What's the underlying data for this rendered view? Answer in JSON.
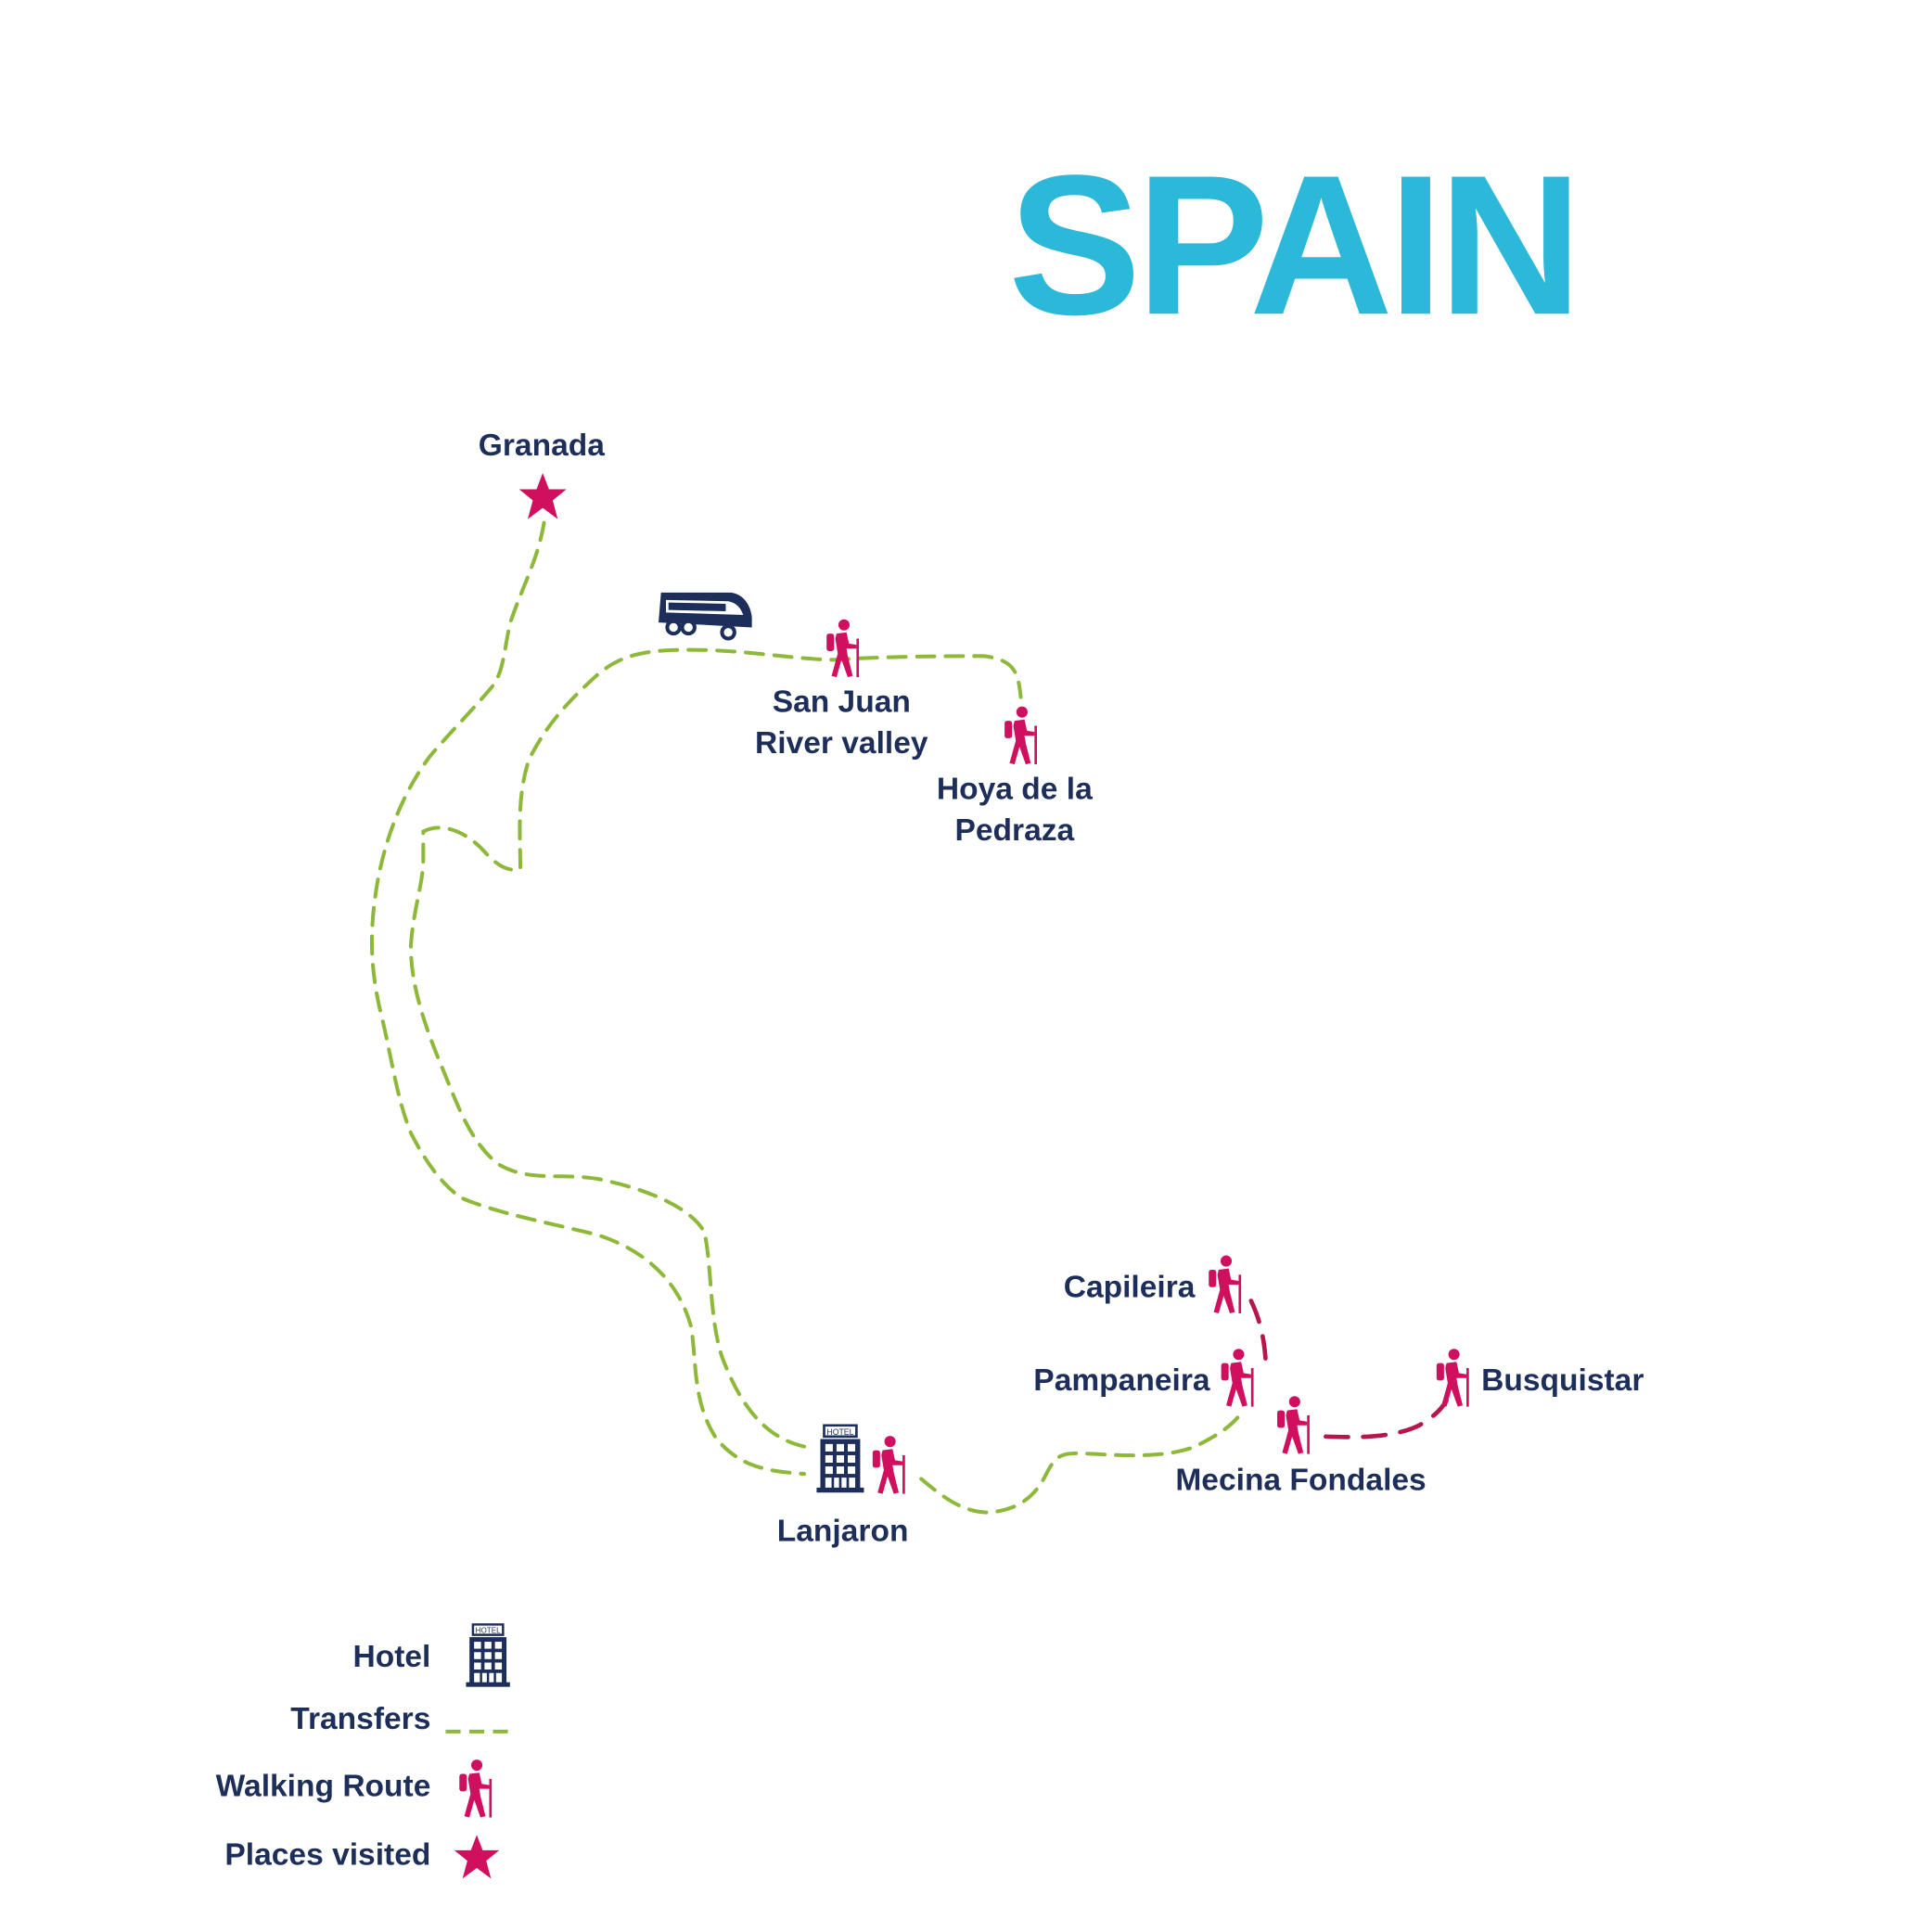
{
  "title": "SPAIN",
  "colors": {
    "title": "#2cb9d9",
    "text": "#1d2e5a",
    "transfer": "#8db83a",
    "walking": "#d0105f",
    "walk_route_line": "#b5174b",
    "hotel": "#1d2e5a"
  },
  "places": {
    "granada": {
      "name": "Granada",
      "icon": "star-icon"
    },
    "san_juan": {
      "line1": "San Juan",
      "line2": "River valley",
      "icon": "hiker-icon"
    },
    "hoya": {
      "line1": "Hoya de la",
      "line2": "Pedraza",
      "icon": "hiker-icon"
    },
    "lanjaron": {
      "name": "Lanjaron",
      "icon": "hotel-icon",
      "hotel_sign": "HOTEL"
    },
    "capileira": {
      "name": "Capileira",
      "icon": "hiker-icon"
    },
    "pampaneira": {
      "name": "Pampaneira",
      "icon": "hiker-icon"
    },
    "mecina": {
      "name": "Mecina Fondales",
      "icon": "hiker-icon"
    },
    "busquistar": {
      "name": "Busquistar",
      "icon": "hiker-icon"
    }
  },
  "bus_icon": "bus-icon",
  "legend": {
    "hotel": "Hotel",
    "transfers": "Transfers",
    "walking": "Walking Route",
    "places": "Places visited"
  }
}
